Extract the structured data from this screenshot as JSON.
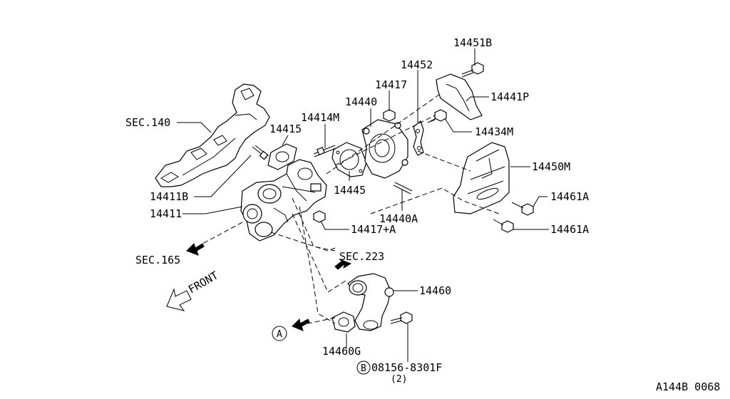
{
  "diagram_id": "A144B 0068",
  "sec_labels": {
    "sec140": "SEC.140",
    "sec165": "SEC.165",
    "sec223": "SEC.223"
  },
  "front_label": "FRONT",
  "ref_a": {
    "circle": "A"
  },
  "ref_b": {
    "circle": "B",
    "part": "08156-8301F",
    "qty": "(2)"
  },
  "parts": {
    "p14451B": "14451B",
    "p14452": "14452",
    "p14417": "14417",
    "p14440": "14440",
    "p14441P": "14441P",
    "p14414M": "14414M",
    "p14415": "14415",
    "p14434M": "14434M",
    "p14450M": "14450M",
    "p14411B": "14411B",
    "p14411": "14411",
    "p14445": "14445",
    "p14440A": "14440A",
    "p14461A_1": "14461A",
    "p14461A_2": "14461A",
    "p14417A": "14417+A",
    "p14460": "14460",
    "p14460G": "14460G"
  }
}
